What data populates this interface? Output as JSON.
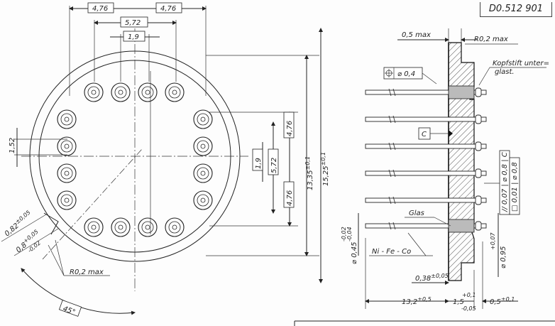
{
  "drawing_number": "D0.512 901",
  "left_view": {
    "dim_top_left": "4,76",
    "dim_top_right": "4,76",
    "dim_top_middle": "5,72",
    "dim_top_inner": "1,9",
    "dim_left_small": "1,52",
    "dim_right_476_upper": "4,76",
    "dim_right_572": "5,72",
    "dim_right_19": "1,9",
    "dim_right_476_lower": "4,76",
    "dim_1335_val": "13,35",
    "dim_1335_tol": "±0,1",
    "dim_1525_val": "15,25",
    "dim_1525_tol": "±0,1",
    "dim_notch_a": "0,82",
    "dim_notch_a_tol": "±0,05",
    "dim_notch_b": "0,8",
    "dim_notch_b_tol_up": "+0,05",
    "dim_notch_b_tol_dn": "-0,02",
    "radius_note": "R0,2 max",
    "angle": "45°"
  },
  "right_view": {
    "dim_05max": "0,5 max",
    "radius_note": "R0,2 max",
    "label_kopfstift_1": "Kopfstift unter=",
    "label_kopfstift_2": "glast.",
    "position_tol": "⌀ 0,4",
    "datum_c": "C",
    "label_glas": "Glas",
    "label_material": "Ni - Fe - Co",
    "dim_pin_dia": "⌀ 0,45",
    "dim_pin_dia_tol_up": "-0,02",
    "dim_pin_dia_tol_dn": "-0,04",
    "dim_038": "0,38",
    "dim_038_tol": "±0,05",
    "dim_132": "13,2",
    "dim_132_tol": "±0,5",
    "dim_15": "1,5",
    "dim_15_tol_up": "+0,1",
    "dim_15_tol_dn": "-0,05",
    "dim_05": "0,5",
    "dim_05_tol": "±0,1",
    "dim_095": "⌀ 0,95",
    "dim_095_tol": "+0,07",
    "gdt_1": "// 0,07 | ⌀ 0,8 | C",
    "gdt_2": "□ 0,01 | ⌀ 0,8"
  }
}
